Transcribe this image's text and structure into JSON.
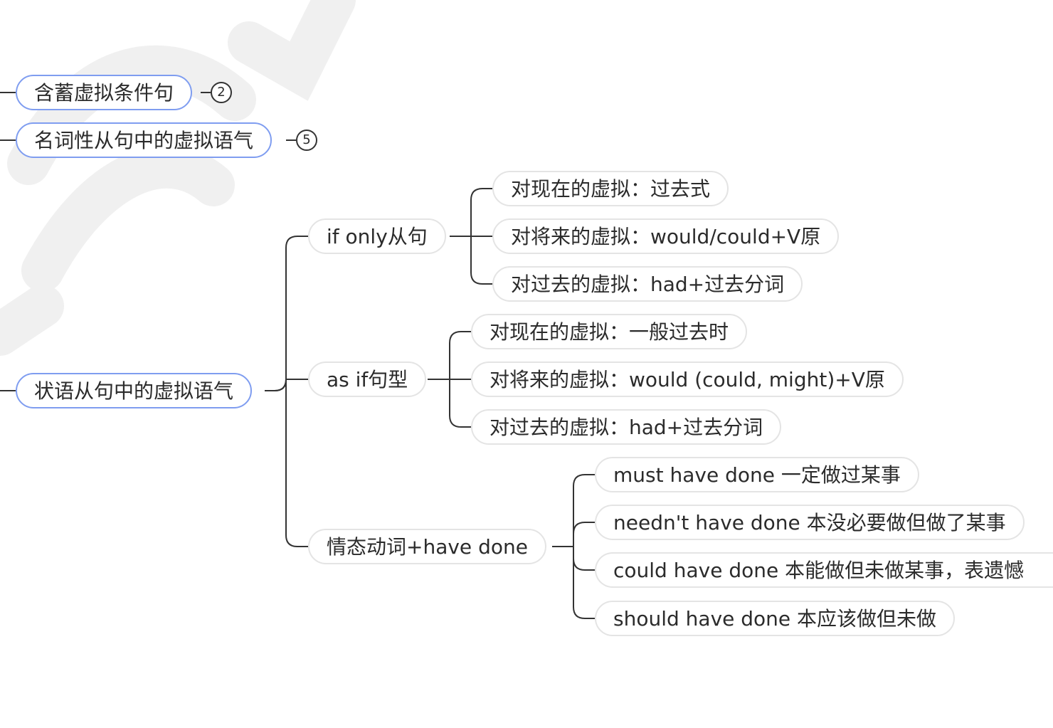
{
  "mindmap": {
    "branches": [
      {
        "label": "含蓄虚拟条件句",
        "collapsed_count": "2"
      },
      {
        "label": "名词性从句中的虚拟语气",
        "collapsed_count": "5"
      },
      {
        "label": "状语从句中的虚拟语气",
        "children": [
          {
            "label": "if only从句",
            "children": [
              "对现在的虚拟：过去式",
              "对将来的虚拟：would/could+V原",
              "对过去的虚拟：had+过去分词"
            ]
          },
          {
            "label": "as if句型",
            "children": [
              "对现在的虚拟：一般过去时",
              "对将来的虚拟：would (could, might)+V原",
              "对过去的虚拟：had+过去分词"
            ]
          },
          {
            "label": "情态动词+have done",
            "children": [
              "must have done 一定做过某事",
              "needn't have done 本没必要做但做了某事",
              "could have done 本能做但未做某事，表遗憾",
              "should have done 本应该做但未做"
            ]
          }
        ]
      }
    ]
  },
  "colors": {
    "main_border": "#7f9df0",
    "sub_border": "#e4e4e4",
    "line": "#333333",
    "watermark": "#f0f0f0"
  }
}
